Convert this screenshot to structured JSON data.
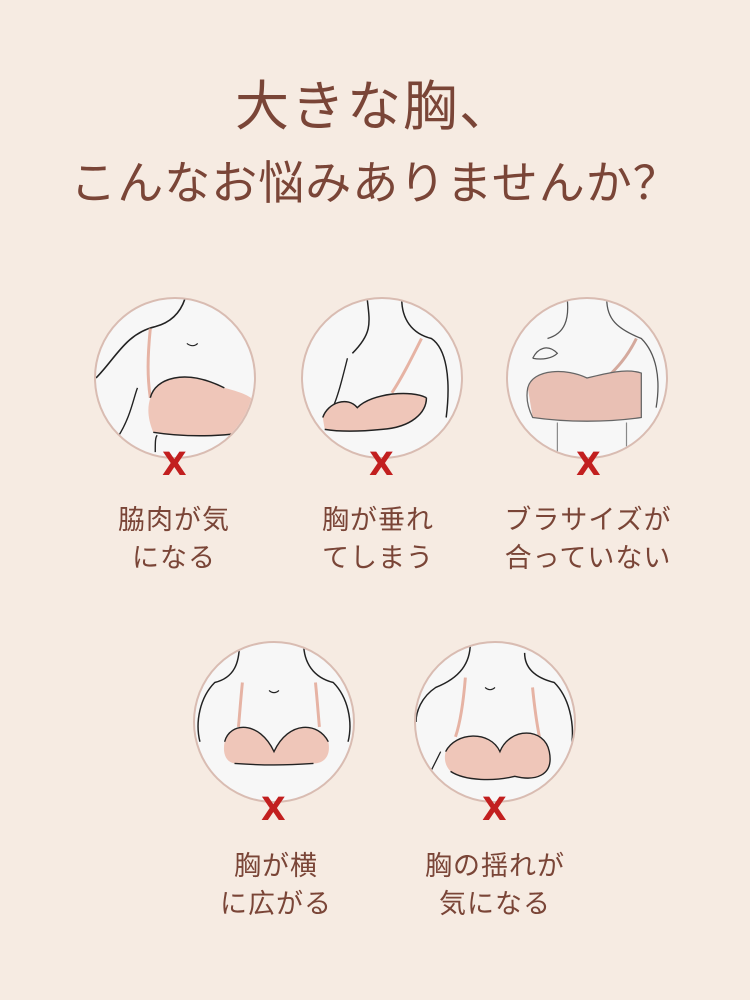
{
  "header": {
    "title_line1": "大きな胸、",
    "title_line2": "こんなお悩みありませんか？"
  },
  "colors": {
    "background": "#f6ebe2",
    "text": "#7a4537",
    "x_mark": "#c21f1f",
    "bra": "#f0c9bd",
    "circle_border": "#d9bcb2"
  },
  "problems": [
    {
      "line1": "脇肉が気",
      "line2": "になる",
      "mark": "X",
      "icon": "side-fat-illustration"
    },
    {
      "line1": "胸が垂れ",
      "line2": "てしまう",
      "mark": "X",
      "icon": "sagging-illustration"
    },
    {
      "line1": "ブラサイズが",
      "line2": "合っていない",
      "mark": "X",
      "icon": "size-mismatch-illustration"
    },
    {
      "line1": "胸が横",
      "line2": "に広がる",
      "mark": "X",
      "icon": "sideways-spread-illustration"
    },
    {
      "line1": "胸の揺れが",
      "line2": "気になる",
      "mark": "X",
      "icon": "bounce-illustration"
    }
  ]
}
